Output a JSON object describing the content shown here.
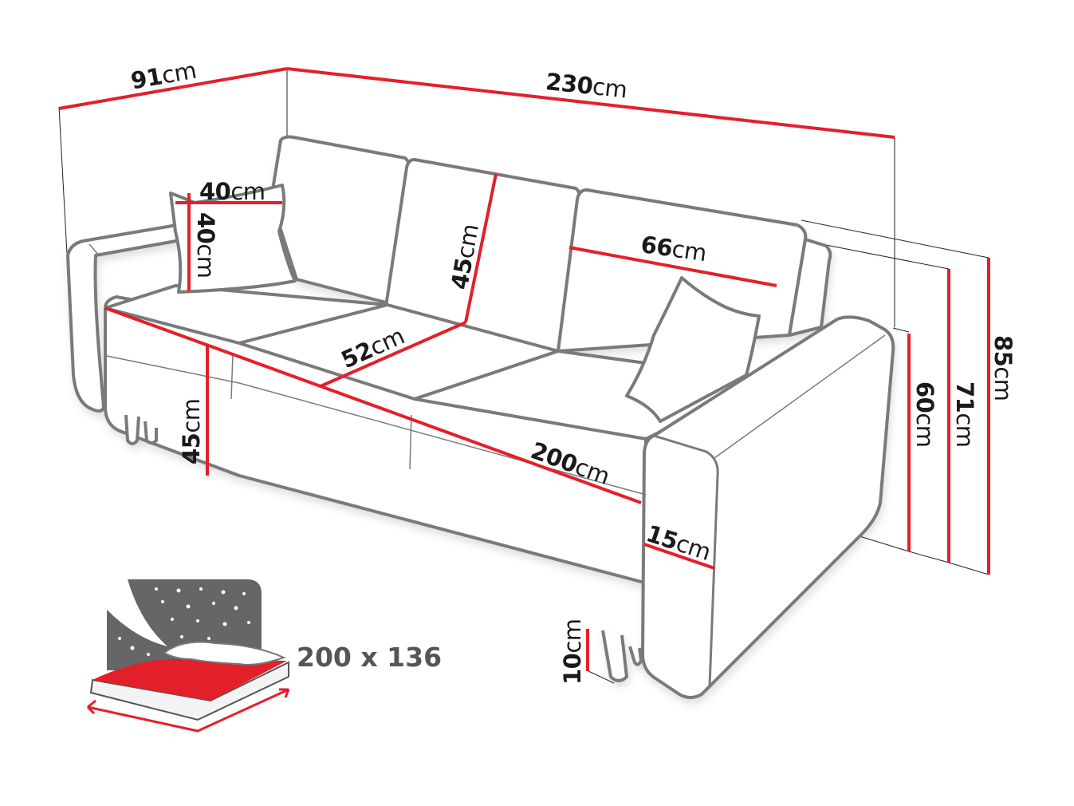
{
  "diagram": {
    "subject": "three-seat sofa bed dimensions",
    "colors": {
      "dimension_line": "#e3202a",
      "outline": "#7a7a7a",
      "guide_line": "#222222",
      "icon_gray": "#666666",
      "text": "#1a1a1a"
    },
    "dimensions": {
      "depth": {
        "value": "91",
        "unit": "cm"
      },
      "width": {
        "value": "230",
        "unit": "cm"
      },
      "pillow_width": {
        "value": "40",
        "unit": "cm"
      },
      "pillow_height": {
        "value": "40",
        "unit": "cm"
      },
      "backrest_height": {
        "value": "45",
        "unit": "cm"
      },
      "back_cushion_width": {
        "value": "66",
        "unit": "cm"
      },
      "seat_depth": {
        "value": "52",
        "unit": "cm"
      },
      "seat_height": {
        "value": "45",
        "unit": "cm"
      },
      "seat_width": {
        "value": "200",
        "unit": "cm"
      },
      "armrest_width": {
        "value": "15",
        "unit": "cm"
      },
      "leg_height": {
        "value": "10",
        "unit": "cm"
      },
      "armrest_height": {
        "value": "60",
        "unit": "cm"
      },
      "back_height_inner": {
        "value": "71",
        "unit": "cm"
      },
      "total_height": {
        "value": "85",
        "unit": "cm"
      }
    },
    "sleeping_area": {
      "icon": "bed-night-icon",
      "label": "200 x 136"
    }
  }
}
